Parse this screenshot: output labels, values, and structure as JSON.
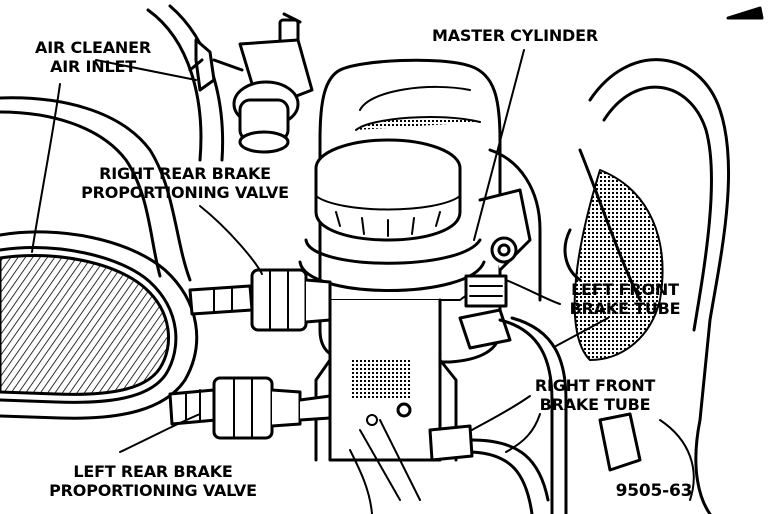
{
  "labels": {
    "air_cleaner": [
      "AIR CLEANER",
      "AIR INLET"
    ],
    "master_cylinder": "MASTER CYLINDER",
    "right_rear_valve": [
      "RIGHT REAR BRAKE",
      "PROPORTIONING VALVE"
    ],
    "left_front_tube": [
      "LEFT FRONT",
      "BRAKE TUBE"
    ],
    "right_front_tube": [
      "RIGHT FRONT",
      "BRAKE TUBE"
    ],
    "left_rear_valve": [
      "LEFT REAR BRAKE",
      "PROPORTIONING VALVE"
    ],
    "figure_number": "9505-63"
  },
  "colors": {
    "ink": "#000000",
    "paper": "#ffffff"
  }
}
